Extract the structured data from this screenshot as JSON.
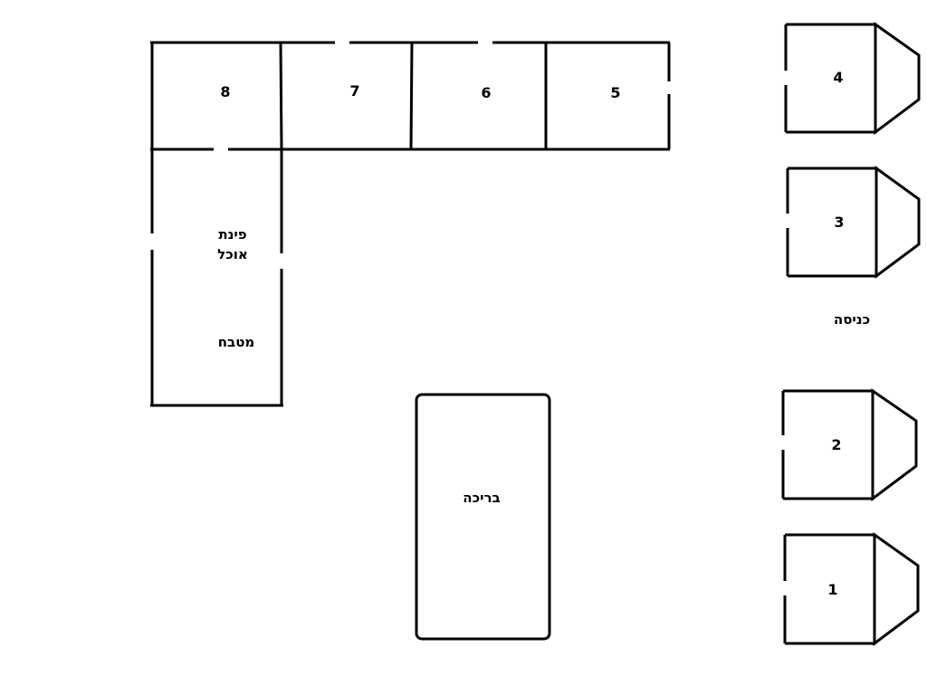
{
  "rooms": {
    "r8": "8",
    "r7": "7",
    "r6": "6",
    "r5": "5"
  },
  "kitchen": {
    "dining_line1": "פינת",
    "dining_line2": "אוכל",
    "kitchen_label": "מטבח"
  },
  "pool": "בריכה",
  "entrance": "כניסה",
  "units": {
    "u4": "4",
    "u3": "3",
    "u2": "2",
    "u1": "1"
  }
}
